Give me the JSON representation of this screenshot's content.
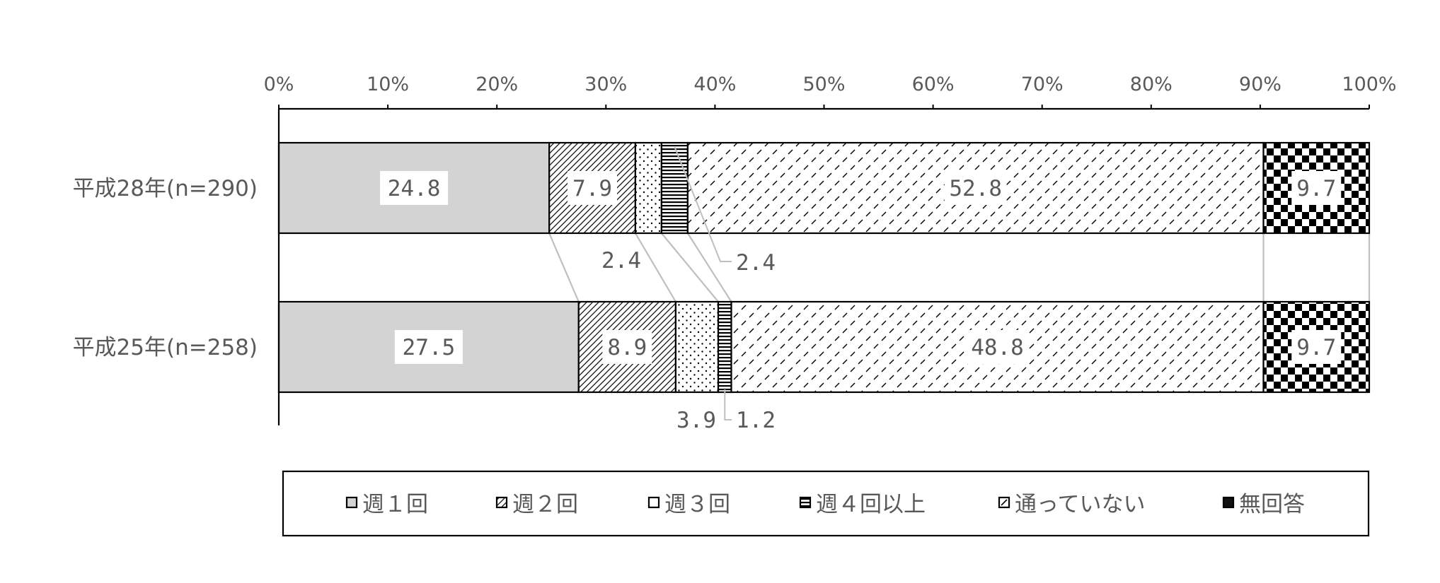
{
  "chart_data": {
    "type": "bar",
    "orientation": "horizontal",
    "stacked": true,
    "categories": [
      "平成28年(n=290)",
      "平成25年(n=258)"
    ],
    "series": [
      {
        "name": "週１回",
        "values": [
          24.8,
          27.5
        ],
        "labels": [
          "24.8",
          "27.5"
        ],
        "pattern": "solid-gray"
      },
      {
        "name": "週２回",
        "values": [
          7.9,
          8.9
        ],
        "labels": [
          "7.9",
          "8.9"
        ],
        "pattern": "diagonal-dense"
      },
      {
        "name": "週３回",
        "values": [
          2.4,
          3.9
        ],
        "labels": [
          "2.4",
          "3.9"
        ],
        "pattern": "dots"
      },
      {
        "name": "週４回以上",
        "values": [
          2.4,
          1.2
        ],
        "labels": [
          "2.4",
          "1.2"
        ],
        "pattern": "horizontal-lines"
      },
      {
        "name": "通っていない",
        "values": [
          52.8,
          48.8
        ],
        "labels": [
          "52.8",
          "48.8"
        ],
        "pattern": "dashes"
      },
      {
        "name": "無回答",
        "values": [
          9.7,
          9.7
        ],
        "labels": [
          "9.7",
          "9.7"
        ],
        "pattern": "checker"
      }
    ],
    "x_ticks": [
      "0%",
      "10%",
      "20%",
      "30%",
      "40%",
      "50%",
      "60%",
      "70%",
      "80%",
      "90%",
      "100%"
    ],
    "xlim": [
      0,
      100
    ],
    "axis_position": "top",
    "legend_position": "bottom",
    "grid": false,
    "connector_lines": true
  }
}
